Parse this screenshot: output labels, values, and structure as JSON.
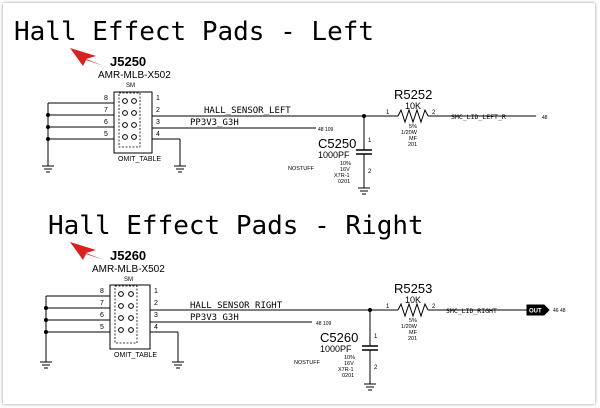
{
  "colors": {
    "ink": "#000000",
    "arrow": "#d9211f"
  },
  "sections": [
    {
      "title": "Hall Effect Pads - Left",
      "connector": {
        "ref": "J5250",
        "part": "AMR-MLB-X502",
        "sub": "SM",
        "footer": "OMIT_TABLE",
        "left_pins": [
          "8",
          "7",
          "6",
          "5"
        ],
        "right_pins": [
          "1",
          "2",
          "3",
          "4"
        ]
      },
      "nets": {
        "sensor": "HALL_SENSOR_LEFT",
        "power": "PP3V3_G3H",
        "power_ref": "48 109",
        "out": "SMC_LID_LEFT_R",
        "out_ref": "48"
      },
      "resistor": {
        "ref": "R5252",
        "value": "10K",
        "tol": "5%",
        "power": "1/20W",
        "pkg": "MF",
        "size": "201",
        "pin1": "1",
        "pin2": "2"
      },
      "capacitor": {
        "ref": "C5250",
        "value": "1000PF",
        "tol": "10%",
        "volt": "16V",
        "dielectric": "X7R-1",
        "size": "0201",
        "note": "NOSTUFF",
        "pin1": "1",
        "pin2": "2"
      }
    },
    {
      "title": "Hall Effect Pads - Right",
      "connector": {
        "ref": "J5260",
        "part": "AMR-MLB-X502",
        "sub": "SM",
        "footer": "OMIT_TABLE",
        "left_pins": [
          "8",
          "7",
          "6",
          "5"
        ],
        "right_pins": [
          "1",
          "2",
          "3",
          "4"
        ]
      },
      "nets": {
        "sensor": "HALL_SENSOR_RIGHT",
        "power": "PP3V3_G3H",
        "power_ref": "48 109",
        "out": "SMC_LID_RIGHT",
        "out_flag": "OUT",
        "out_ref": "46 48"
      },
      "resistor": {
        "ref": "R5253",
        "value": "10K",
        "tol": "5%",
        "power": "1/20W",
        "pkg": "MF",
        "size": "201",
        "pin1": "1",
        "pin2": "2"
      },
      "capacitor": {
        "ref": "C5260",
        "value": "1000PF",
        "tol": "10%",
        "volt": "16V",
        "dielectric": "X7R-1",
        "size": "0201",
        "note": "NOSTUFF",
        "pin1": "1",
        "pin2": "2"
      }
    }
  ]
}
